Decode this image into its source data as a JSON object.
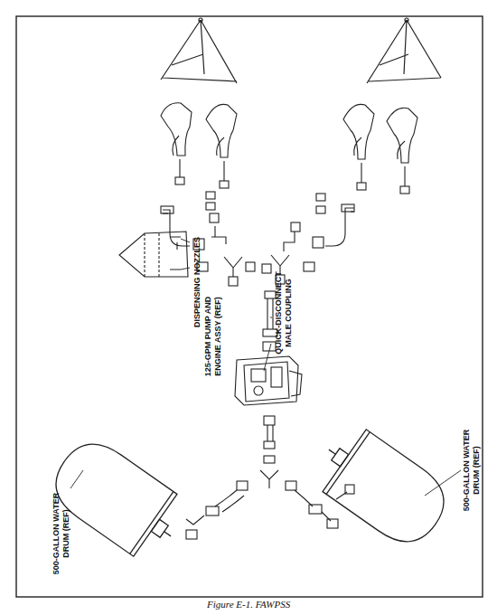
{
  "diagram": {
    "caption": "Figure E-1. FAWPSS",
    "labels": [
      "DISPENSING NOZZLES",
      "125-GPM PUMP AND ENGINE ASSY (REF)",
      "QUICK-DISCONNECT MALE COUPLING",
      "500-GALLON WATER DRUM (REF)",
      "500-GALLON WATER DRUM (REF)"
    ]
  }
}
